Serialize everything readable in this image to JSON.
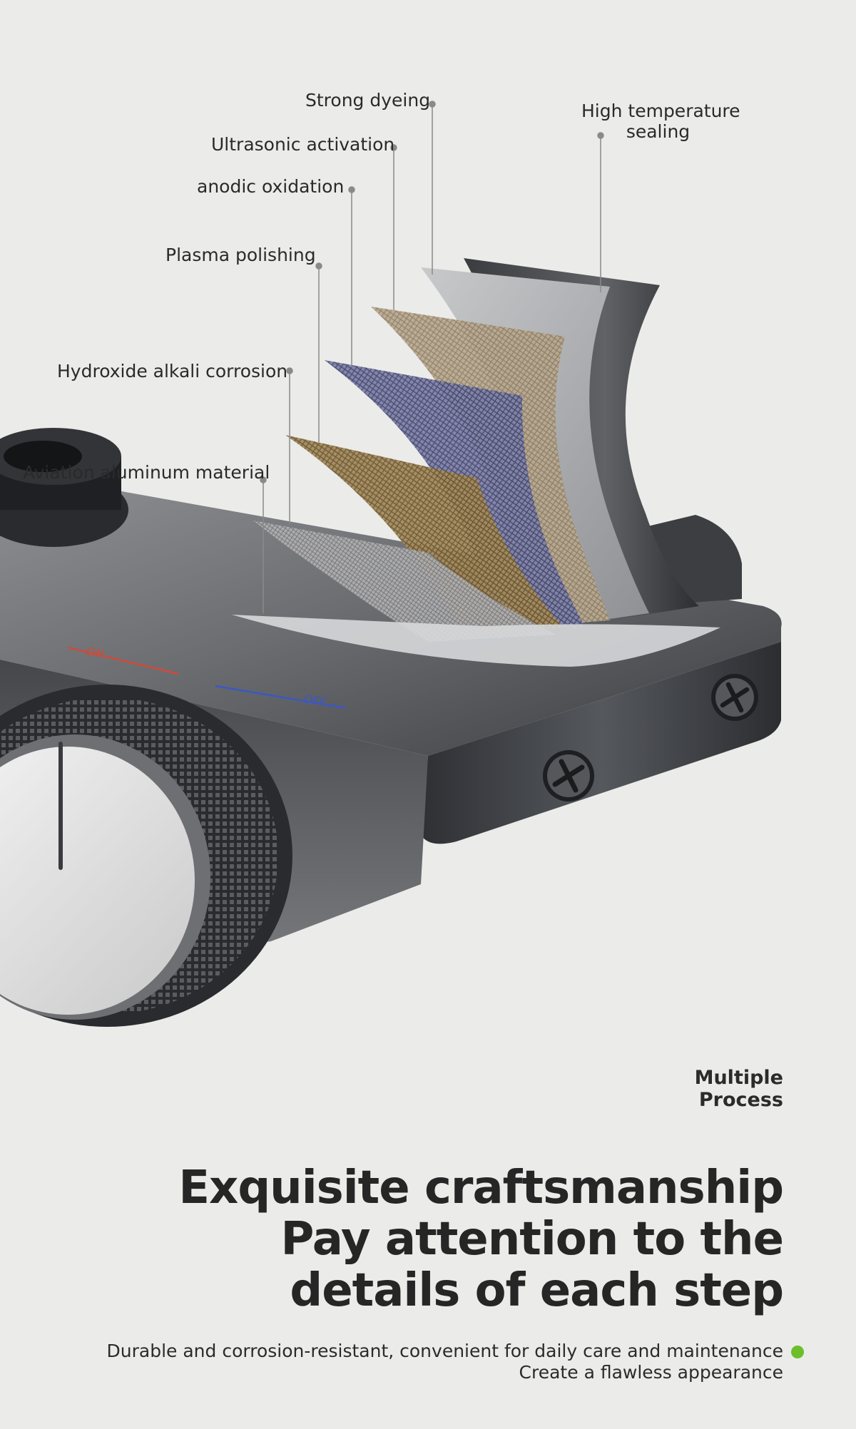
{
  "callouts": [
    {
      "id": "strong-dyeing",
      "text": "Strong dyeing"
    },
    {
      "id": "high-temperature-sealing",
      "line1": "High temperature",
      "line2": "sealing"
    },
    {
      "id": "ultrasonic-activation",
      "text": "Ultrasonic activation"
    },
    {
      "id": "anodic-oxidation",
      "text": "anodic oxidation"
    },
    {
      "id": "plasma-polishing",
      "text": "Plasma polishing"
    },
    {
      "id": "hydroxide-alkali-corrosion",
      "text": "Hydroxide alkali corrosion"
    },
    {
      "id": "aviation-aluminum-material",
      "text": "Aviation aluminum material"
    }
  ],
  "product": {
    "on_label": "ON",
    "off_label": "OFF",
    "on_color": "#d04a3a",
    "off_color": "#3b58c4"
  },
  "badge": {
    "line1": "Multiple",
    "line2": "Process"
  },
  "headline": {
    "line1": "Exquisite craftsmanship",
    "line2": "Pay attention to the",
    "line3": "details of each step"
  },
  "subtext": {
    "line1": "Durable and corrosion-resistant, convenient for daily care and maintenance",
    "line2": "Create a flawless appearance"
  },
  "accent_color": "#6cbf2a"
}
